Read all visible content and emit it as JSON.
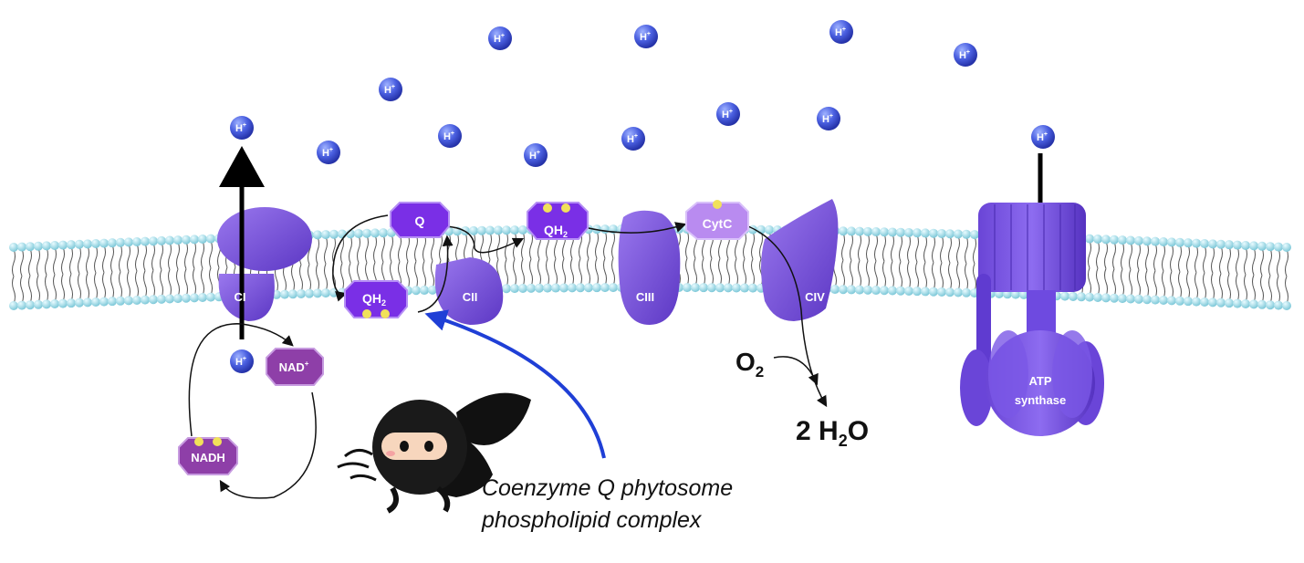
{
  "colors": {
    "membrane_head": "#a9dde8",
    "complex": "#7b4fe0",
    "complex_dark": "#5a34b8",
    "carrier": "#7a2fe6",
    "nad": "#8e3fa8",
    "cytc": "#b98bf0",
    "proton": "#3f57d8",
    "electron": "#f1e15a",
    "highlight_arrow": "#1f3fd6"
  },
  "complexes": {
    "ci": "CI",
    "cii": "CII",
    "ciii": "CIII",
    "civ": "CIV",
    "atp_line1": "ATP",
    "atp_line2": "synthase"
  },
  "carriers": {
    "q": "Q",
    "qh2": "QH",
    "qh2_sub": "2",
    "cytc": "CytC",
    "nad": "NAD",
    "nad_sup": "+",
    "nadh": "NADH"
  },
  "proton": {
    "symbol": "H",
    "charge": "+"
  },
  "reaction": {
    "o2": "O",
    "o2_sub": "2",
    "water_prefix": "2 H",
    "water_sub": "2",
    "water_suffix": "O"
  },
  "caption": {
    "line1": "Coenzyme Q phytosome",
    "line2": "phospholipid complex"
  },
  "icons": [
    "ninja-mascot-icon",
    "proton-icon",
    "electron-icon"
  ]
}
